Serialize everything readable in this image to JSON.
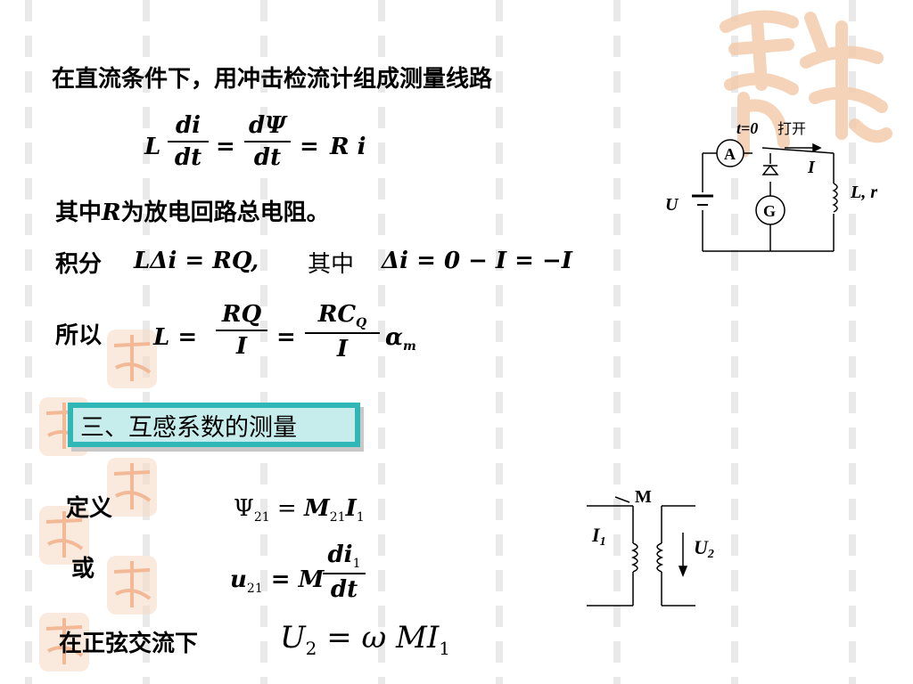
{
  "lines": {
    "l1": "在直流条件下，用冲击检流计组成测量线路",
    "l2_prefix": "其中",
    "l2_var": "R",
    "l2_suffix": "为放电回路总电阻。",
    "integral": "积分",
    "so": "所以",
    "define": "定义",
    "or": "或",
    "sine": "在正弦交流下"
  },
  "section": {
    "title": "三、互感系数的测量"
  },
  "eq1": {
    "L": "L",
    "num1": "di",
    "den1": "dt",
    "eq": "=",
    "num2": "dΨ",
    "den2": "dt",
    "rhs": "R i"
  },
  "eq2": {
    "lhs": "LΔi = RQ,",
    "mid": "其中",
    "rhs": "Δi = 0 − I = −I"
  },
  "eq3": {
    "L": "L =",
    "num1": "RQ",
    "den1": "I",
    "eq": "=",
    "num2": "RC",
    "num2sub": "Q",
    "den2": "I",
    "alpha": "α",
    "alphasub": "m"
  },
  "eq4": {
    "psi": "Ψ",
    "psisub": "21",
    "eq": "=",
    "M": "M",
    "Msub": "21",
    "I": "I",
    "Isub": "1"
  },
  "eq5": {
    "u": "u",
    "usub": "21",
    "eq": "= M",
    "num": "di",
    "numsub": "1",
    "den": "dt"
  },
  "eq6": {
    "U": "U",
    "Usub": "2",
    "rhs": "= ω MI",
    "rhssub": "1"
  },
  "circuit1": {
    "switch_label": "t=0",
    "switch_text": "打开",
    "ammeter": "A",
    "galvanometer": "G",
    "current": "I",
    "source": "U",
    "inductor": "L, r"
  },
  "circuit2": {
    "M": "M",
    "I1": "I",
    "I1sub": "1",
    "U2": "U",
    "U2sub": "2"
  },
  "colors": {
    "accent": "#2fb7b7",
    "accent_light": "#c6ecec",
    "watermark": "#f3c9a8"
  }
}
